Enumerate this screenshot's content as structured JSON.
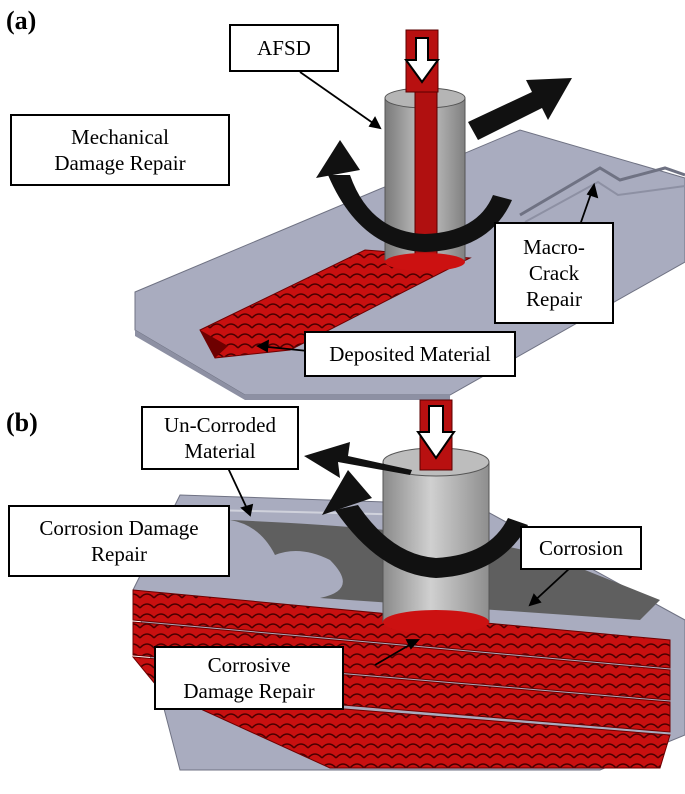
{
  "panel_a": {
    "letter": "(a)",
    "labels": {
      "afsd": "AFSD",
      "mechanical": "Mechanical\nDamage Repair",
      "macro_crack": "Macro-\nCrack\nRepair",
      "deposited": "Deposited Material"
    }
  },
  "panel_b": {
    "letter": "(b)",
    "labels": {
      "uncorroded": "Un-Corroded\nMaterial",
      "corrosion_damage": "Corrosion Damage\nRepair",
      "corrosion": "Corrosion",
      "corrosive": "Corrosive\nDamage Repair"
    }
  },
  "colors": {
    "plate": "#a9acbf",
    "plate_dark": "#8d90a3",
    "deposit": "#cc1111",
    "deposit_dark": "#6e0000",
    "tool": "#9d9d9d",
    "tool_light": "#c4c4c4",
    "corrosion": "#5f5f5f"
  }
}
